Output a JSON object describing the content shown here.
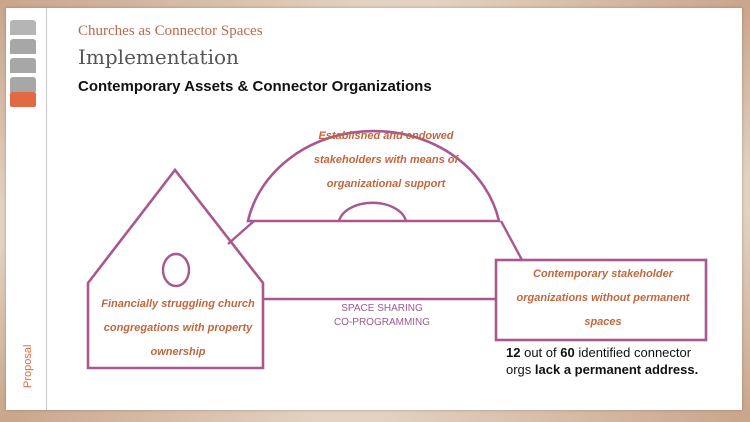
{
  "slide": {
    "subtitle": "Churches as Connector Spaces",
    "title": "Implementation",
    "heading": "Contemporary Assets & Connector Organizations",
    "rail_label": "Proposal"
  },
  "diagram": {
    "nodes": {
      "dome_lines": [
        "Established and endowed",
        "stakeholders with means of",
        "organizational support"
      ],
      "church_lines": [
        "Financially struggling church",
        "congregations with property",
        "ownership"
      ],
      "box_lines": [
        "Contemporary stakeholder",
        "organizations without permanent",
        "spaces"
      ]
    },
    "relation_lines": [
      "SPACE SHARING",
      "CO-PROGRAMMING"
    ],
    "stat": {
      "count": "12",
      "middle": "out of",
      "total": "60",
      "suffix_plain": "identified connector orgs",
      "suffix_bold": "lack a permanent address."
    },
    "colors": {
      "outline": "#a8588f",
      "node_text": "#c0673e",
      "relation_text": "#9b5a8a",
      "accent": "#e06a43"
    }
  }
}
